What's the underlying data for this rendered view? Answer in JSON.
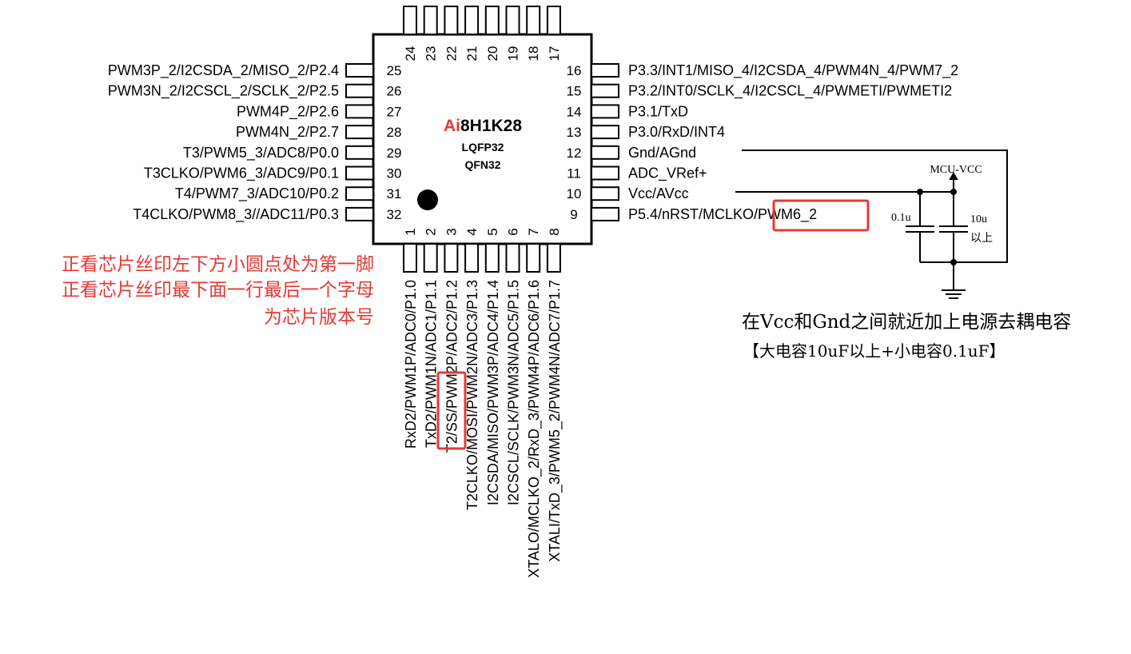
{
  "chip": {
    "name_prefix": "Ai",
    "name_rest": "8H1K28",
    "package1": "LQFP32",
    "package2": "QFN32",
    "prefix_color": "#e53935"
  },
  "pins_left": [
    {
      "num": "25",
      "label": "PWM3P_2/I2CSDA_2/MISO_2/P2.4"
    },
    {
      "num": "26",
      "label": "PWM3N_2/I2CSCL_2/SCLK_2/P2.5"
    },
    {
      "num": "27",
      "label": "PWM4P_2/P2.6"
    },
    {
      "num": "28",
      "label": "PWM4N_2/P2.7"
    },
    {
      "num": "29",
      "label": "T3/PWM5_3/ADC8/P0.0"
    },
    {
      "num": "30",
      "label": "T3CLKO/PWM6_3/ADC9/P0.1"
    },
    {
      "num": "31",
      "label": "T4/PWM7_3/ADC10/P0.2"
    },
    {
      "num": "32",
      "label": "T4CLKO/PWM8_3//ADC11/P0.3"
    }
  ],
  "pins_right": [
    {
      "num": "16",
      "label": "P3.3/INT1/MISO_4/I2CSDA_4/PWM4N_4/PWM7_2"
    },
    {
      "num": "15",
      "label": "P3.2/INT0/SCLK_4/I2CSCL_4/PWMETI/PWMETI2"
    },
    {
      "num": "14",
      "label": "P3.1/TxD"
    },
    {
      "num": "13",
      "label": "P3.0/RxD/INT4"
    },
    {
      "num": "12",
      "label": "Gnd/AGnd"
    },
    {
      "num": "11",
      "label": "ADC_VRef+"
    },
    {
      "num": "10",
      "label": "Vcc/AVcc"
    },
    {
      "num": "9",
      "label": "P5.4/nRST/MCLKO/PWM6_2"
    }
  ],
  "pins_top": [
    "24",
    "23",
    "22",
    "21",
    "20",
    "19",
    "18",
    "17"
  ],
  "pins_bottom": [
    {
      "num": "1",
      "label": "RxD2/PWM1P/ADC0/P1.0"
    },
    {
      "num": "2",
      "label": "TxD2/PWM1N/ADC1/P1.1"
    },
    {
      "num": "3",
      "label": "T2/SS/PWM2P/ADC2/P1.2"
    },
    {
      "num": "4",
      "label": "T2CLKO/MOSI/PWM2N/ADC3/P1.3"
    },
    {
      "num": "5",
      "label": "I2CSDA/MISO/PWM3P/ADC4/P1.4"
    },
    {
      "num": "6",
      "label": "I2CSCL/SCLK/PWM3N/ADC5/P1.5"
    },
    {
      "num": "7",
      "label": "XTALO/MCLKO_2/RxD_3/PWM4P/ADC6/P1.6"
    },
    {
      "num": "8",
      "label": "XTALI/TxD_3/PWM5_2/PWM4N/ADC7/P1.7"
    }
  ],
  "circuit": {
    "vcc_label": "MCU-VCC",
    "cap_small": "0.1u",
    "cap_large": "10u",
    "cap_large_note": "以上"
  },
  "notes": {
    "red_line1": "正看芯片丝印左下方小圆点处为第一脚",
    "red_line2": "正看芯片丝印最下面一行最后一个字母",
    "red_line3": "为芯片版本号",
    "black_line1": "在Vcc和Gnd之间就近加上电源去耦电容",
    "black_line2": "【大电容10uF以上+小电容0.1uF】"
  },
  "colors": {
    "highlight": "#e53935",
    "stroke": "#000000"
  }
}
